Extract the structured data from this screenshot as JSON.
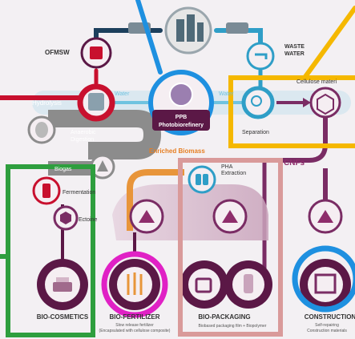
{
  "labels": {
    "ofmsw": "OFMSW",
    "waste_water_line1": "WASTE",
    "waste_water_line2": "WATER",
    "hydrolysis": "Hydrolysis",
    "water_left": "Water",
    "water_right": "Water",
    "ppb_line1": "PPB",
    "ppb_line2": "Photobiorefinery",
    "separation": "Separation",
    "cellulose_partial": "Cellulose materi",
    "anaerobic_line1": "Anaerobic",
    "anaerobic_line2": "Digestion",
    "biogas": "Biogas",
    "enriched_biomass": "Enriched Biomass",
    "pha_line1": "PHA",
    "pha_line2": "Extraction",
    "cnfs": "CNFs",
    "fermentation": "Fermentation",
    "ectoine": "Ectoine",
    "bio_cosmetics": "BIO-COSMETICS",
    "bio_fertilizer": "BIO-FERTILIZER",
    "bio_packaging": "BIO-PACKAGING",
    "construction": "CONSTRUCTION",
    "fert_sub1": "Slow release fertilizer",
    "fert_sub2": "(Encapsulated with cellulose composite)",
    "packaging_sub": "Biobased packaging film + Biopolymer",
    "construction_sub1": "Self-repairing",
    "construction_sub2": "Construction materials"
  },
  "colors": {
    "dark_purple": "#5b1846",
    "purple": "#7a2c64",
    "pink_band": "#c9a3bb",
    "orange": "#e8953a",
    "red_ring": "#c8102e",
    "blue_ring": "#1e90e0",
    "yellow_box": "#f5b800",
    "green_box": "#2e9e3e",
    "magenta_ring": "#e021c5",
    "rose_box": "#d99a9a",
    "teal": "#2f9ec7",
    "grey_band": "#8c8c8c",
    "orange_text": "#e67e22",
    "purple_text": "#8e2d6b"
  },
  "icons": [
    "trash-bin-icon",
    "city-buildings-icon",
    "water-truck-icon",
    "faucet-icon",
    "hydrolysis-reactor-icon",
    "ppb-bioreactor-icon",
    "magnifier-icon",
    "cube-icon",
    "digester-icon",
    "biogas-flame-icon",
    "fermentation-tank-icon",
    "ectoine-molecule-icon",
    "pha-pellets-icon",
    "cosmetics-jar-icon",
    "wheat-icon",
    "shopping-bag-icon",
    "bottle-icon",
    "brick-wall-icon",
    "triangle-marker-icon"
  ]
}
